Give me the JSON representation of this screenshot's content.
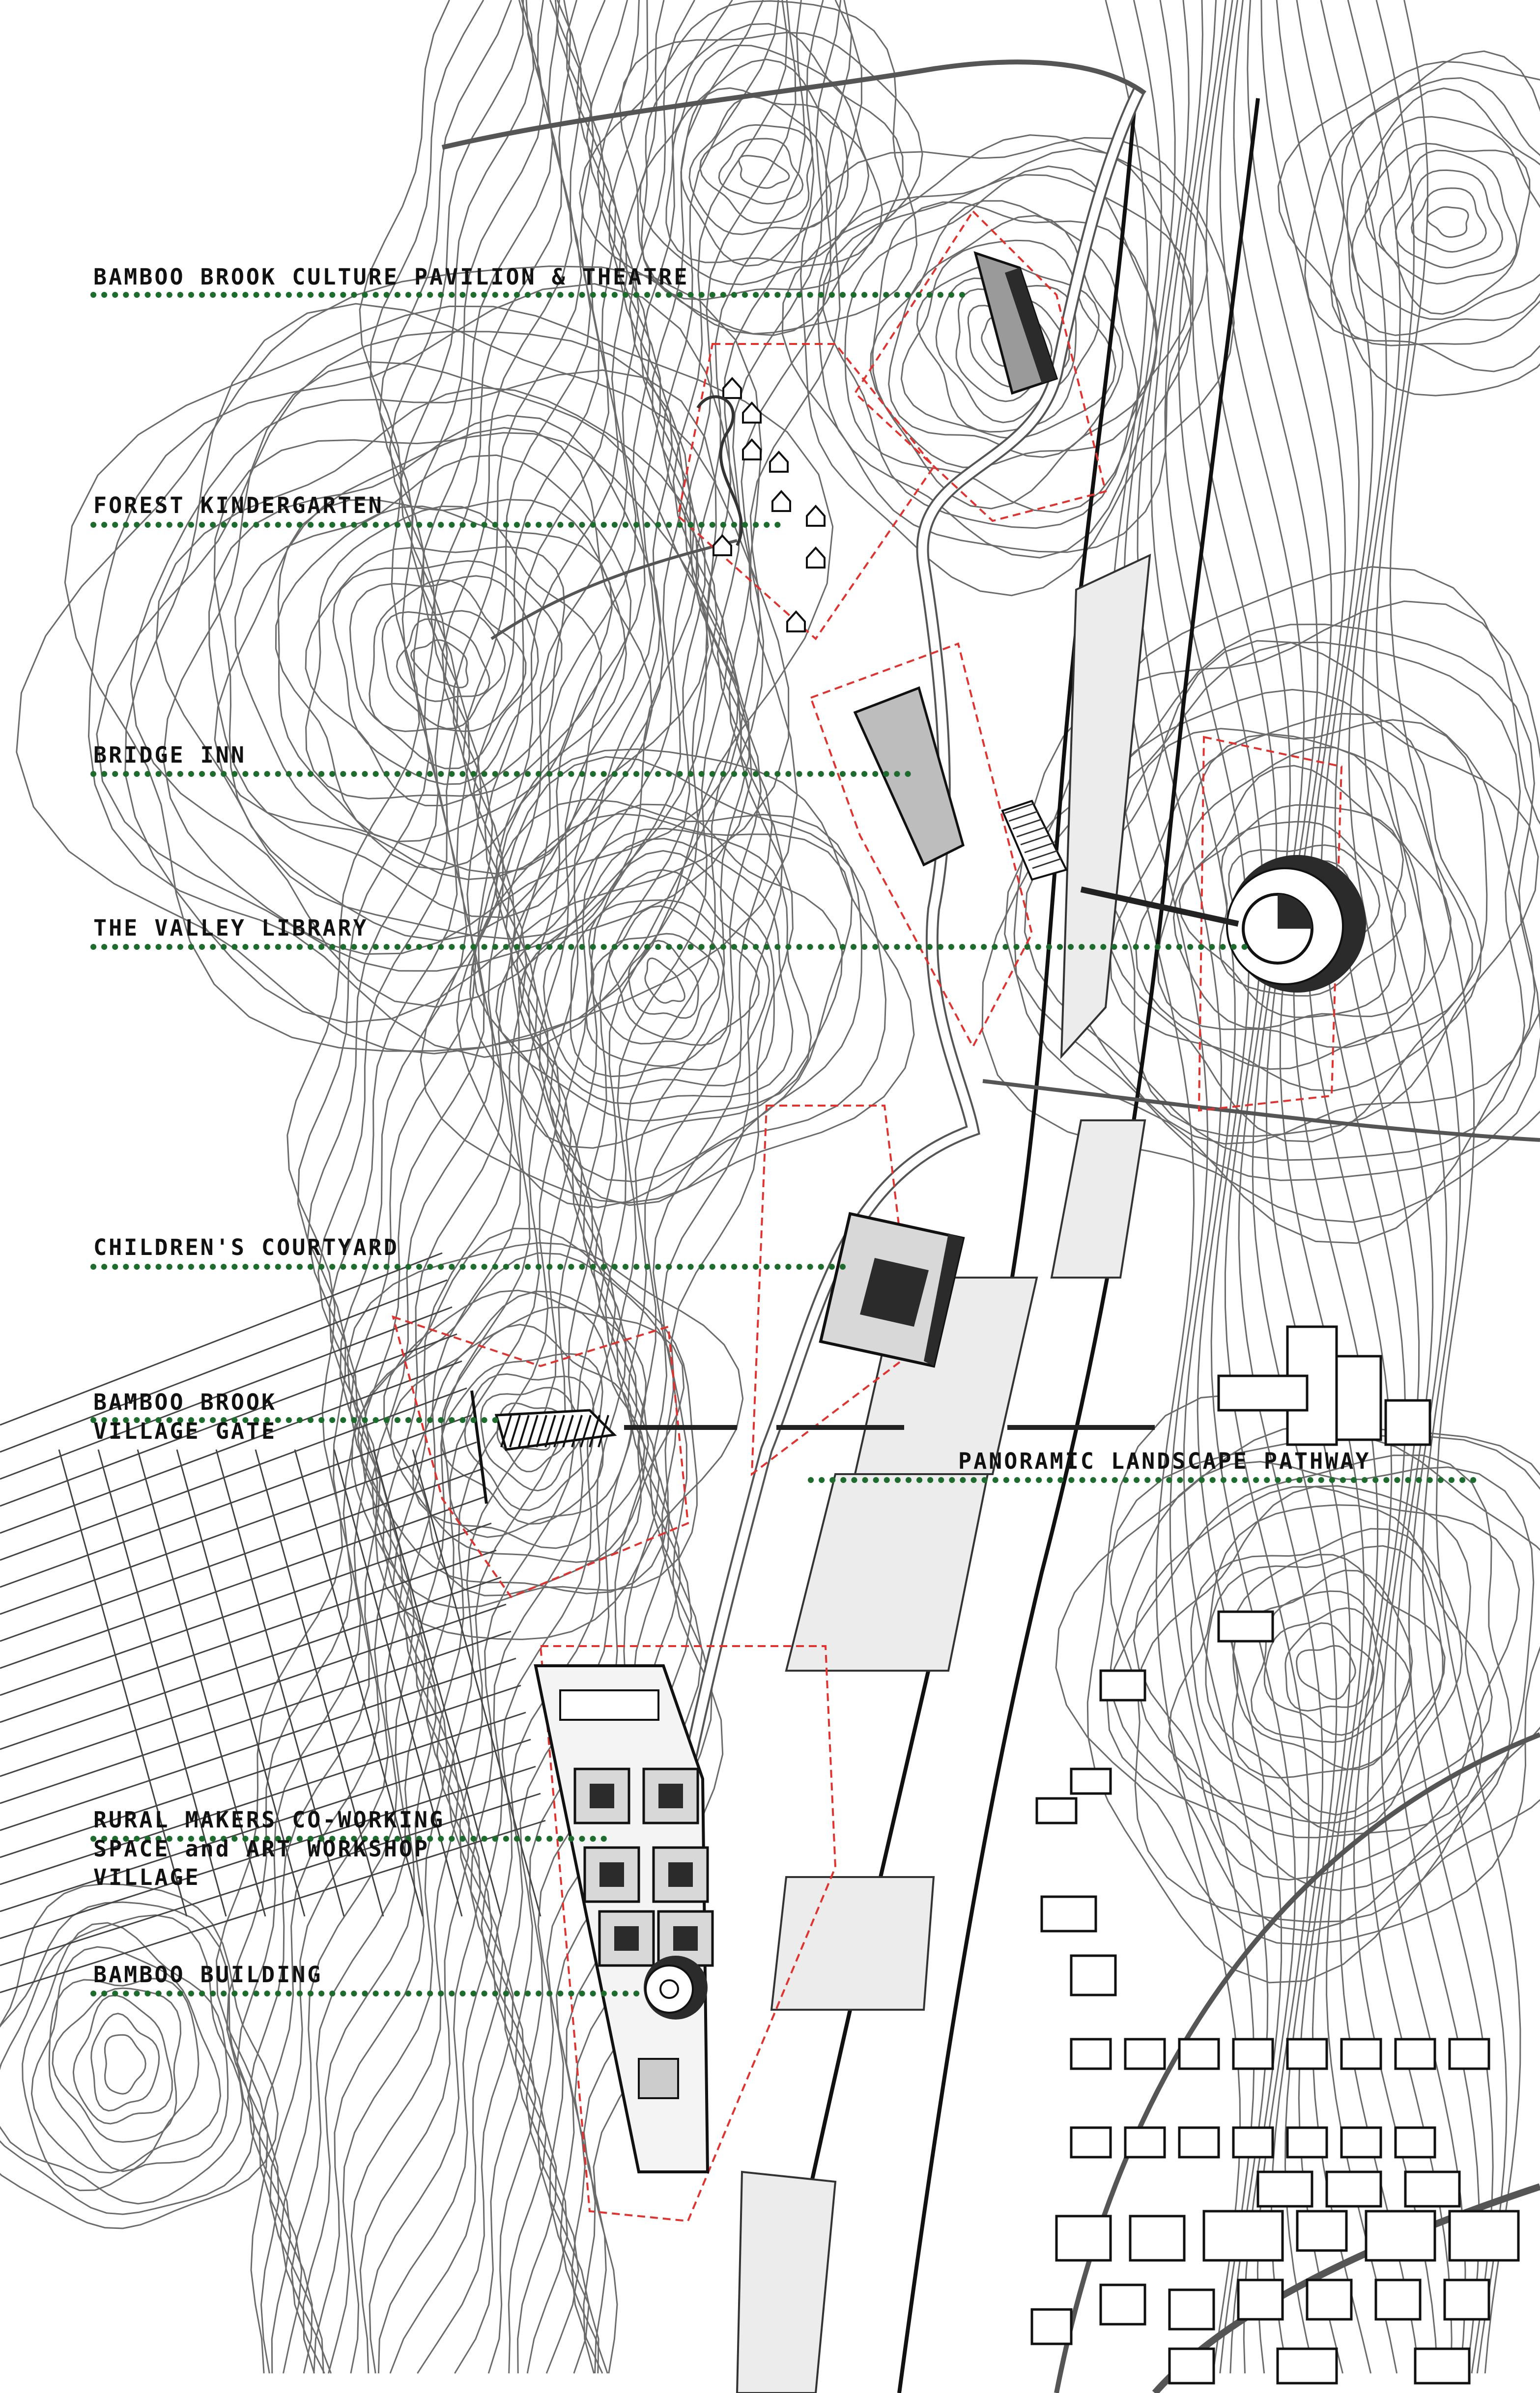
{
  "map": {
    "labels": [
      {
        "id": "culture-pavilion",
        "lines": [
          "BAMBOO BROOK CULTURE PAVILION & THEATRE"
        ]
      },
      {
        "id": "forest-kindergarten",
        "lines": [
          "FOREST KINDERGARTEN"
        ]
      },
      {
        "id": "bridge-inn",
        "lines": [
          "BRIDGE INN"
        ]
      },
      {
        "id": "valley-library",
        "lines": [
          "THE VALLEY LIBRARY"
        ]
      },
      {
        "id": "childrens-courtyard",
        "lines": [
          "CHILDREN'S COURTYARD"
        ]
      },
      {
        "id": "village-gate",
        "lines": [
          "BAMBOO BROOK",
          "VILLAGE GATE"
        ]
      },
      {
        "id": "panoramic-pathway",
        "lines": [
          "PANORAMIC LANDSCAPE PATHWAY"
        ]
      },
      {
        "id": "makers-village",
        "lines": [
          "RURAL MAKERS CO-WORKING",
          "SPACE and ART WORKSHOP",
          "VILLAGE"
        ]
      },
      {
        "id": "bamboo-building",
        "lines": [
          "BAMBOO BUILDING"
        ]
      }
    ],
    "colors": {
      "leader": "#1e6b2e",
      "contour": "#3a3a3a",
      "boundary": "#e0322f",
      "building_dark": "#2b2b2b",
      "building_fill": "#d8d8d8",
      "field_fill": "#ececec"
    }
  }
}
